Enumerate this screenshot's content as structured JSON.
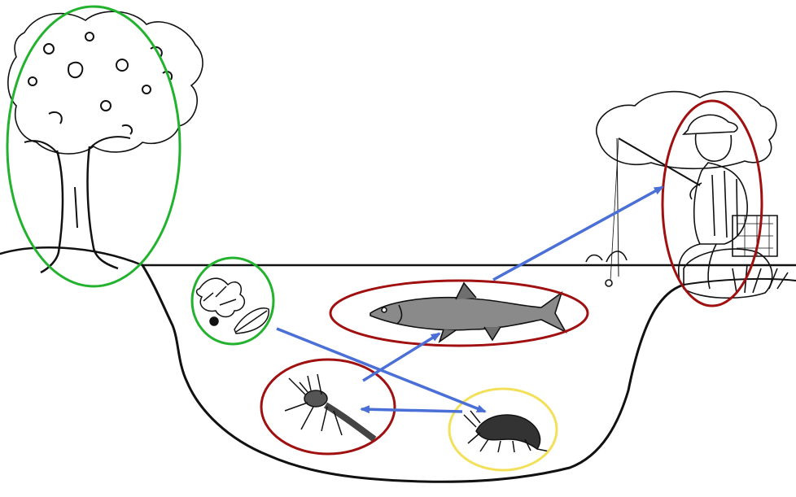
{
  "diagram": {
    "palette": {
      "producer_ring": "#22b22e",
      "consumer_ring": "#a01010",
      "decomposer_ring": "#f3e05a",
      "arrow": "#4a6fd6",
      "ink": "#111111",
      "background": "#ffffff"
    },
    "nodes": [
      {
        "id": "tree",
        "icon": "tree-icon",
        "ring": "producer_ring"
      },
      {
        "id": "leaves",
        "icon": "fallen-leaves-icon",
        "ring": "producer_ring"
      },
      {
        "id": "fish",
        "icon": "fish-icon",
        "ring": "consumer_ring"
      },
      {
        "id": "nymph",
        "icon": "insect-nymph-icon",
        "ring": "consumer_ring"
      },
      {
        "id": "shrimp",
        "icon": "amphipod-icon",
        "ring": "decomposer_ring"
      },
      {
        "id": "fisherman",
        "icon": "fisherman-icon",
        "ring": "consumer_ring"
      }
    ],
    "edges": [
      {
        "from": "leaves",
        "to": "shrimp"
      },
      {
        "from": "shrimp",
        "to": "nymph"
      },
      {
        "from": "nymph",
        "to": "fish"
      },
      {
        "from": "fish",
        "to": "fisherman"
      }
    ]
  }
}
